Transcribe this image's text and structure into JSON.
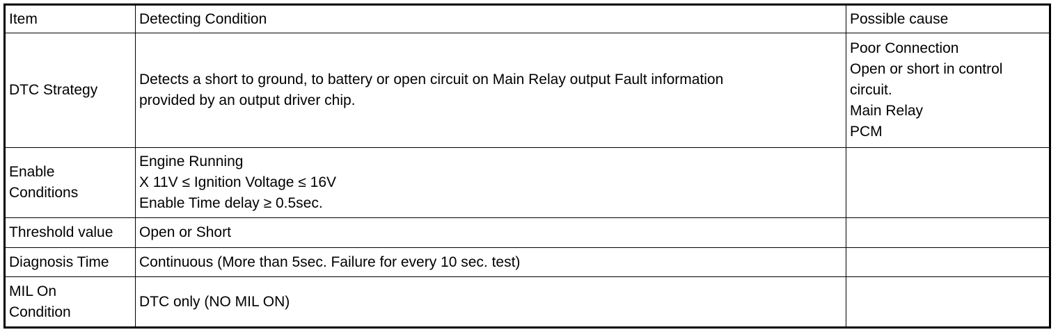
{
  "header": {
    "item": "Item",
    "condition": "Detecting Condition",
    "cause": "Possible cause"
  },
  "rows": {
    "strategy": {
      "label": "DTC Strategy",
      "condition_lines": [
        "Detects a short to ground, to battery or open circuit on Main Relay output Fault information",
        "provided by an output driver chip."
      ],
      "cause_lines": [
        "Poor Connection",
        "Open or short in control",
        "circuit.",
        "Main Relay",
        "PCM"
      ]
    },
    "enable": {
      "label_lines": [
        "Enable",
        "Conditions"
      ],
      "condition_lines": [
        "Engine Running",
        "X 11V ≤ Ignition Voltage ≤ 16V",
        "Enable Time delay ≥ 0.5sec."
      ]
    },
    "threshold": {
      "label": "Threshold value",
      "condition": "Open or Short"
    },
    "diagnosis": {
      "label": "Diagnosis Time",
      "condition": "Continuous (More than 5sec. Failure for every 10 sec. test)"
    },
    "mil": {
      "label_lines": [
        "MIL On",
        "Condition"
      ],
      "condition": "DTC only (NO MIL ON)"
    }
  }
}
